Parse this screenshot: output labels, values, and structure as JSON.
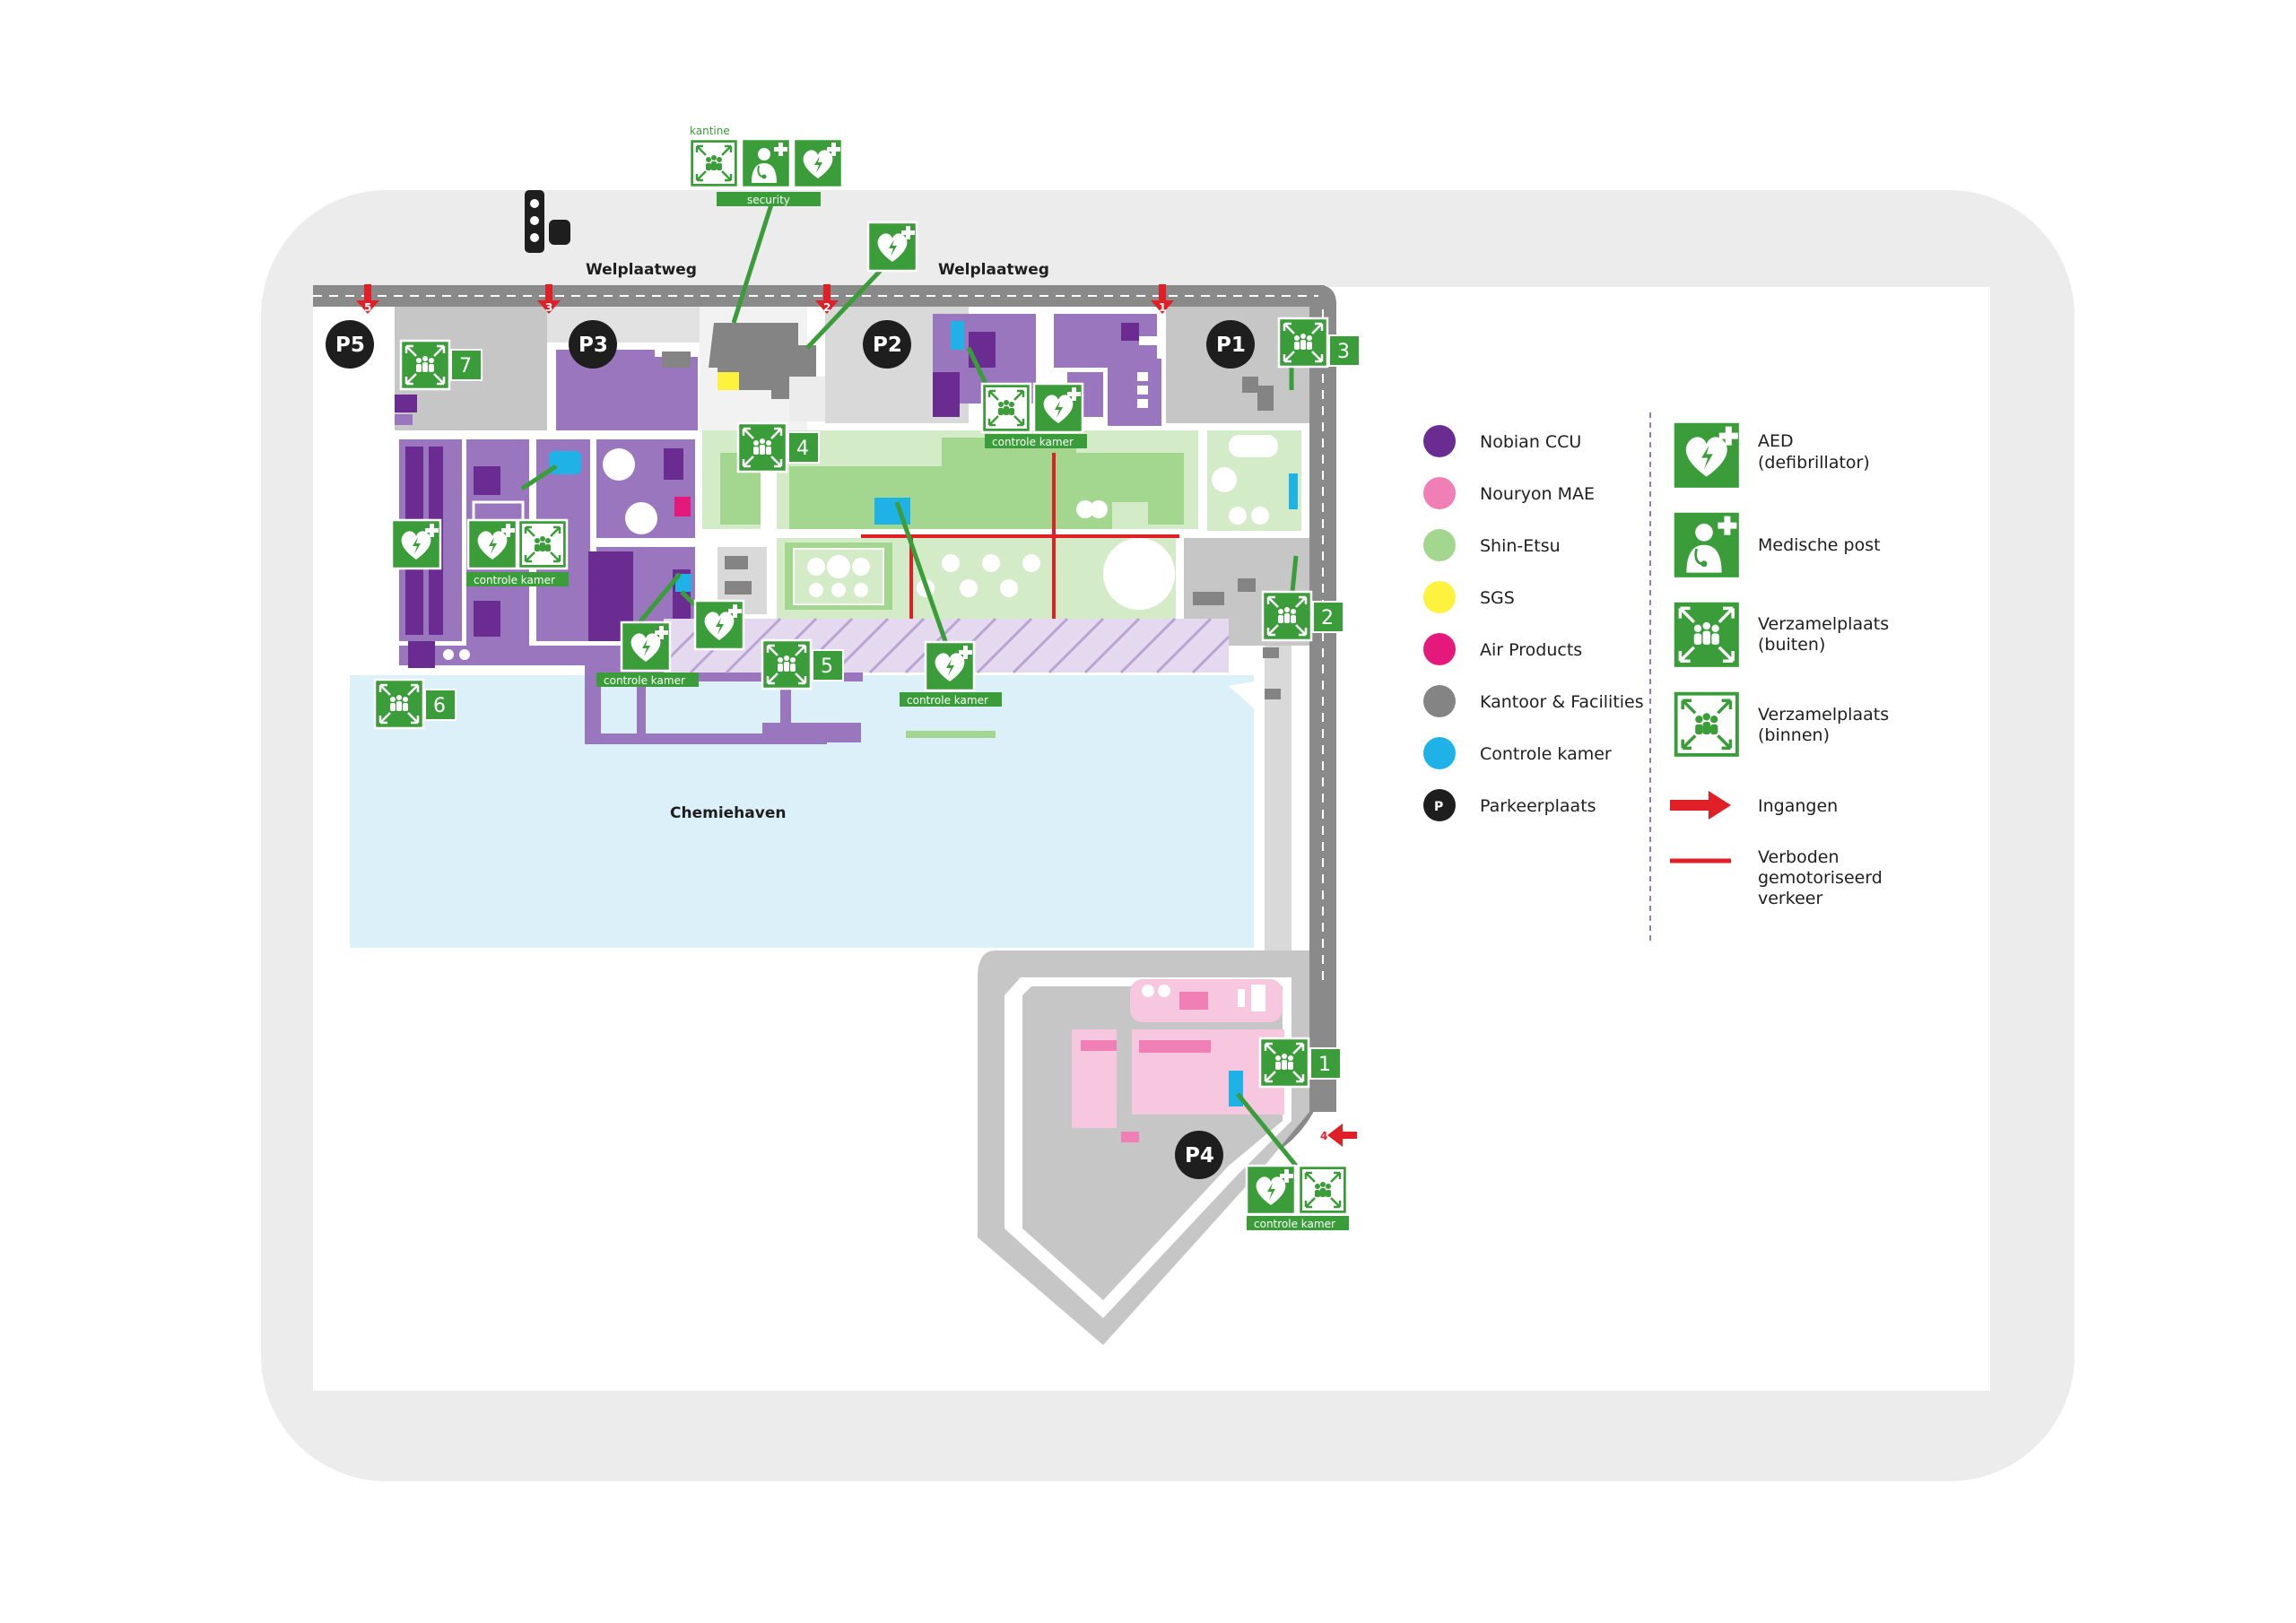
{
  "roads": {
    "welplaatweg_west": "Welplaatweg",
    "welplaatweg_east": "Welplaatweg"
  },
  "water_label": "Chemiehaven",
  "parking": [
    "P5",
    "P3",
    "P2",
    "P1",
    "P4"
  ],
  "entrances": [
    "5",
    "3",
    "2",
    "1",
    "4"
  ],
  "assembly_numbers": [
    "7",
    "4",
    "3",
    "2",
    "5",
    "6",
    "1"
  ],
  "top_labels": {
    "kantine": "kantine",
    "security": "security"
  },
  "control_room_tags": [
    "controle kamer",
    "controle kamer",
    "controle kamer",
    "controle kamer",
    "controle kamer"
  ],
  "legend": {
    "companies": [
      {
        "label": "Nobian CCU",
        "color": "#6b2c91"
      },
      {
        "label": "Nouryon MAE",
        "color": "#f07fb6"
      },
      {
        "label": "Shin-Etsu",
        "color": "#a3d68f"
      },
      {
        "label": "SGS",
        "color": "#fff23f"
      },
      {
        "label": "Air Products",
        "color": "#e5197c"
      },
      {
        "label": "Kantoor & Facilities",
        "color": "#848484"
      },
      {
        "label": "Controle kamer",
        "color": "#1fb2e6"
      },
      {
        "label": "Parkeerplaats",
        "color": "#1e1e1e",
        "symbol": "P"
      }
    ],
    "symbols": [
      {
        "icon": "aed-icon",
        "lines": [
          "AED",
          "(defibrillator)"
        ]
      },
      {
        "icon": "medical-post-icon",
        "lines": [
          "Medische post"
        ]
      },
      {
        "icon": "assembly-outside-icon",
        "lines": [
          "Verzamelplaats",
          "(buiten)"
        ]
      },
      {
        "icon": "assembly-inside-icon",
        "lines": [
          "Verzamelplaats",
          "(binnen)"
        ]
      },
      {
        "icon": "entrance-arrow-icon",
        "lines": [
          "Ingangen"
        ]
      },
      {
        "icon": "no-traffic-line-icon",
        "lines": [
          "Verboden",
          "gemotoriseerd",
          "verkeer"
        ]
      }
    ]
  },
  "colors": {
    "nobian": "#9a76be",
    "nobian_dark": "#6b2c91",
    "shin_etsu": "#a3d68f",
    "shin_etsu_light": "#d3ebc6",
    "nouryon": "#f7c6df",
    "nouryon_dark": "#f07fb6",
    "office": "#c6c6c6",
    "office_dark": "#848484",
    "water": "#dcf0f9",
    "control": "#1fb2e6",
    "sign_green": "#3a9d3a",
    "entrance_red": "#e11f26",
    "frame": "#ececec"
  }
}
